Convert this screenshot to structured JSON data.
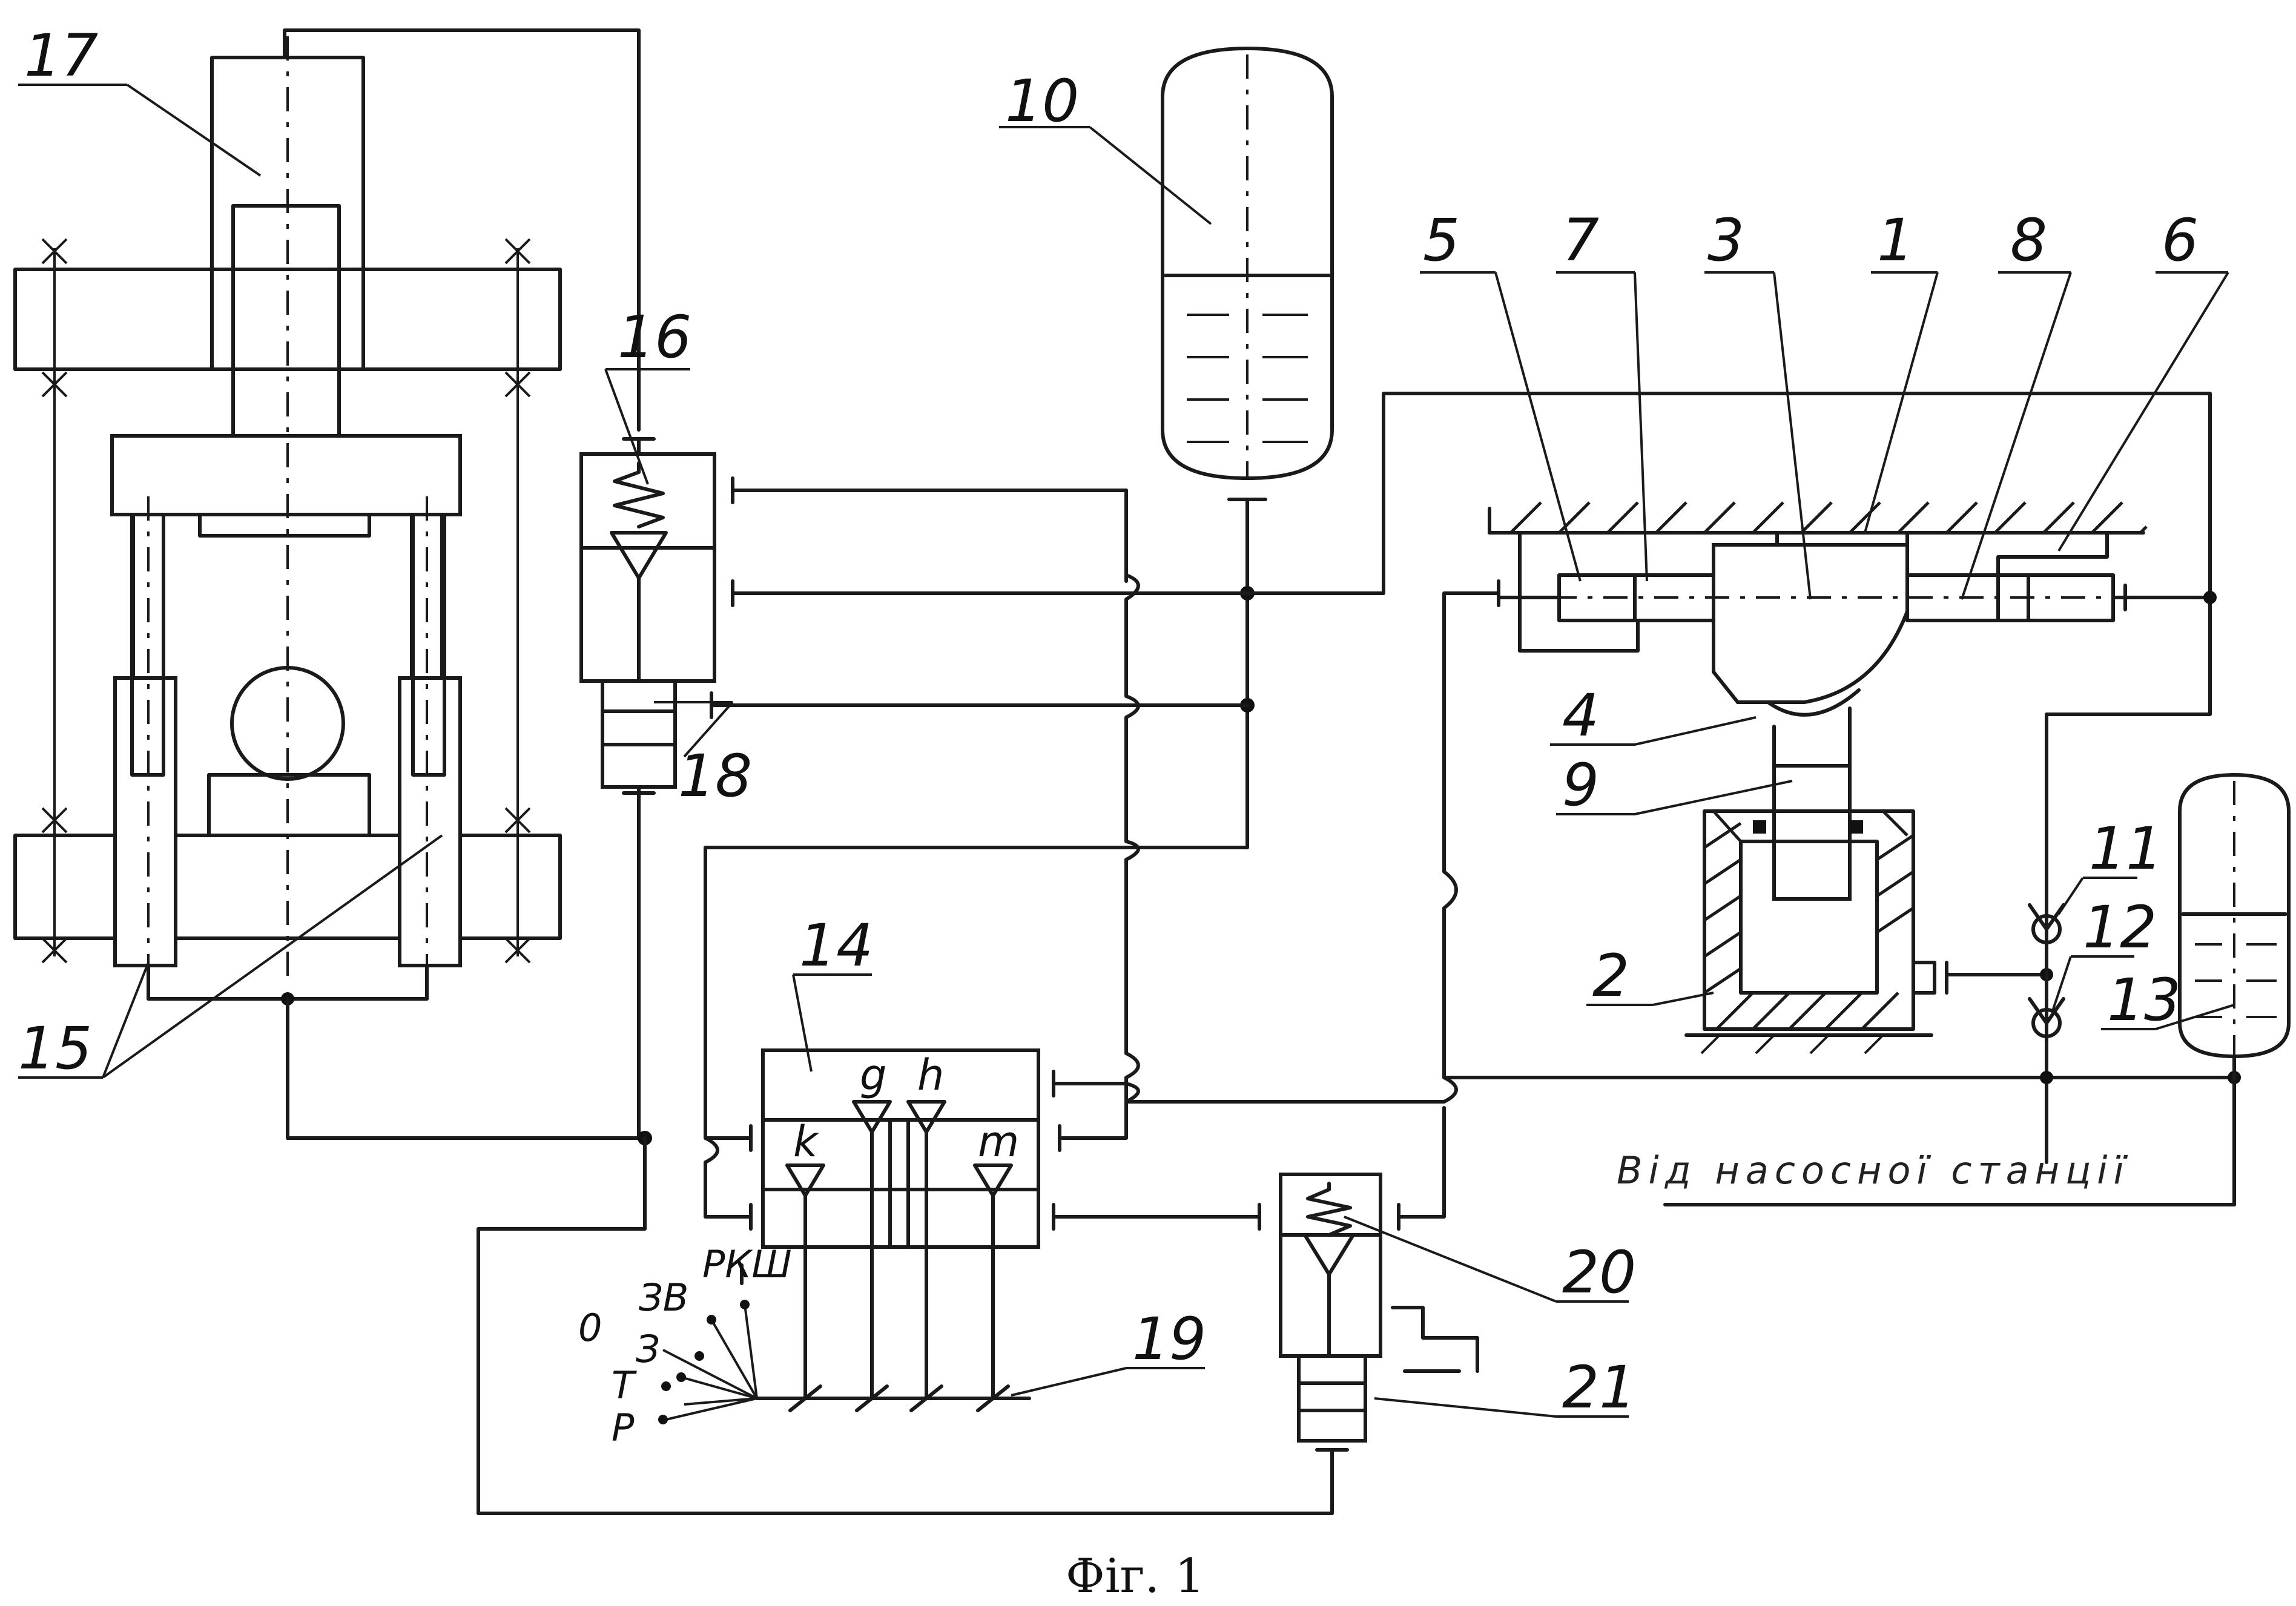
{
  "caption": "Фіг. 1",
  "supply_note": "Від насосної станції",
  "labels": {
    "l1": "1",
    "l2": "2",
    "l3": "3",
    "l4": "4",
    "l5": "5",
    "l6": "6",
    "l7": "7",
    "l8": "8",
    "l9": "9",
    "l10": "10",
    "l11": "11",
    "l12": "12",
    "l13": "13",
    "l14": "14",
    "l15": "15",
    "l16": "16",
    "l17": "17",
    "l18": "18",
    "l19": "19",
    "l20": "20",
    "l21": "21"
  },
  "valve14_ports": {
    "k": "k",
    "g": "g",
    "h": "h",
    "m": "m"
  },
  "selector_positions": {
    "p0": "0",
    "p3": "З",
    "p3b": "ЗВ",
    "pt": "Т",
    "pp": "Р",
    "prk": "РКШ"
  }
}
